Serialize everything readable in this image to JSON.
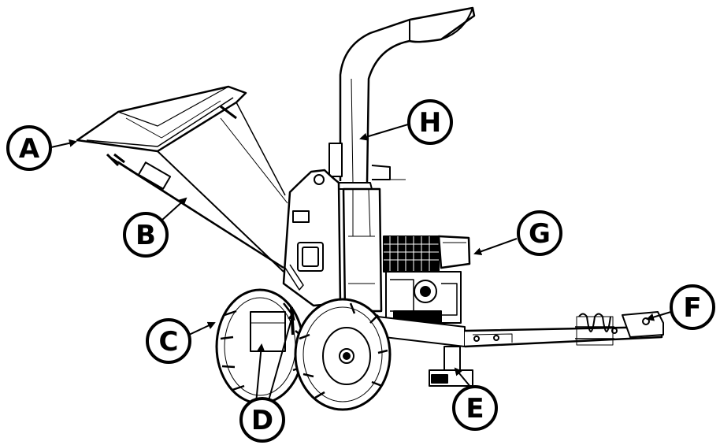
{
  "callouts": [
    {
      "id": "A",
      "label": "A"
    },
    {
      "id": "B",
      "label": "B"
    },
    {
      "id": "C",
      "label": "C"
    },
    {
      "id": "D",
      "label": "D"
    },
    {
      "id": "E",
      "label": "E"
    },
    {
      "id": "F",
      "label": "F"
    },
    {
      "id": "G",
      "label": "G"
    },
    {
      "id": "H",
      "label": "H"
    }
  ],
  "colors": {
    "ink": "#000000",
    "paper": "#ffffff",
    "shade": "#d9d9d9"
  }
}
